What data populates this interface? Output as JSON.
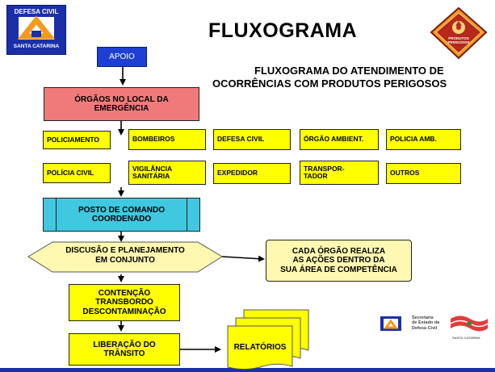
{
  "header": {
    "logo_left": {
      "top_text": "DEFESA CIVIL",
      "bottom_text": "SANTA CATARINA"
    },
    "title": "FLUXOGRAMA",
    "logo_right_text": "PRODUTOS PERIGOSOS",
    "subtitle_line1": "FLUXOGRAMA DO ATENDIMENTO DE",
    "subtitle_line2": "OCORRÊNCIAS COM PRODUTOS PERIGOSOS"
  },
  "flow": {
    "apoio": "APOIO",
    "orgaos_line1": "ÓRGÃOS NO LOCAL DA",
    "orgaos_line2": "EMERGÊNCIA",
    "row1": [
      "POLICIAMENTO",
      "BOMBEIROS",
      "DEFESA CIVIL",
      "ÓRGÃO AMBIENT.",
      "POLICIA AMB."
    ],
    "row2": [
      [
        "POLÍCIA CIVIL"
      ],
      [
        "VIGILÂNCIA",
        "SANITÁRIA"
      ],
      [
        "EXPEDIDOR"
      ],
      [
        "TRANSPOR-",
        "TADOR"
      ],
      [
        "OUTROS"
      ]
    ],
    "posto_line1": "POSTO DE COMANDO",
    "posto_line2": "COORDENADO",
    "discusao_line1": "DISCUSÃO E PLANEJAMENTO",
    "discusao_line2": "EM CONJUNTO",
    "cada_line1": "CADA ÓRGÃO REALIZA",
    "cada_line2": "AS AÇÕES DENTRO DA",
    "cada_line3": "SUA ÁREA DE COMPETÊNCIA",
    "contencao_line1": "CONTENÇÃO",
    "contencao_line2": "TRANSBORDO",
    "contencao_line3": "DESCONTAMINAÇÃO",
    "liberacao_line1": "LIBERAÇÃO DO",
    "liberacao_line2": "TRÂNSITO",
    "relatorios": "RELATÓRIOS"
  },
  "footer": {
    "secretaria_line1": "Secretaria",
    "secretaria_line2": "de Estado da",
    "secretaria_line3": "Defesa Civil",
    "sc_label": "SANTA CATARINA"
  },
  "colors": {
    "banner": "#1a2fa8",
    "apoio": "#1e3fd6",
    "orgaos": "#f07a7a",
    "yellow": "#ffff00",
    "posto": "#40c8e0",
    "discusao": "#fff8b0",
    "cada": "#fff8b0",
    "relatorios": "#ffff00",
    "defesa_orange": "#f39a1e"
  }
}
